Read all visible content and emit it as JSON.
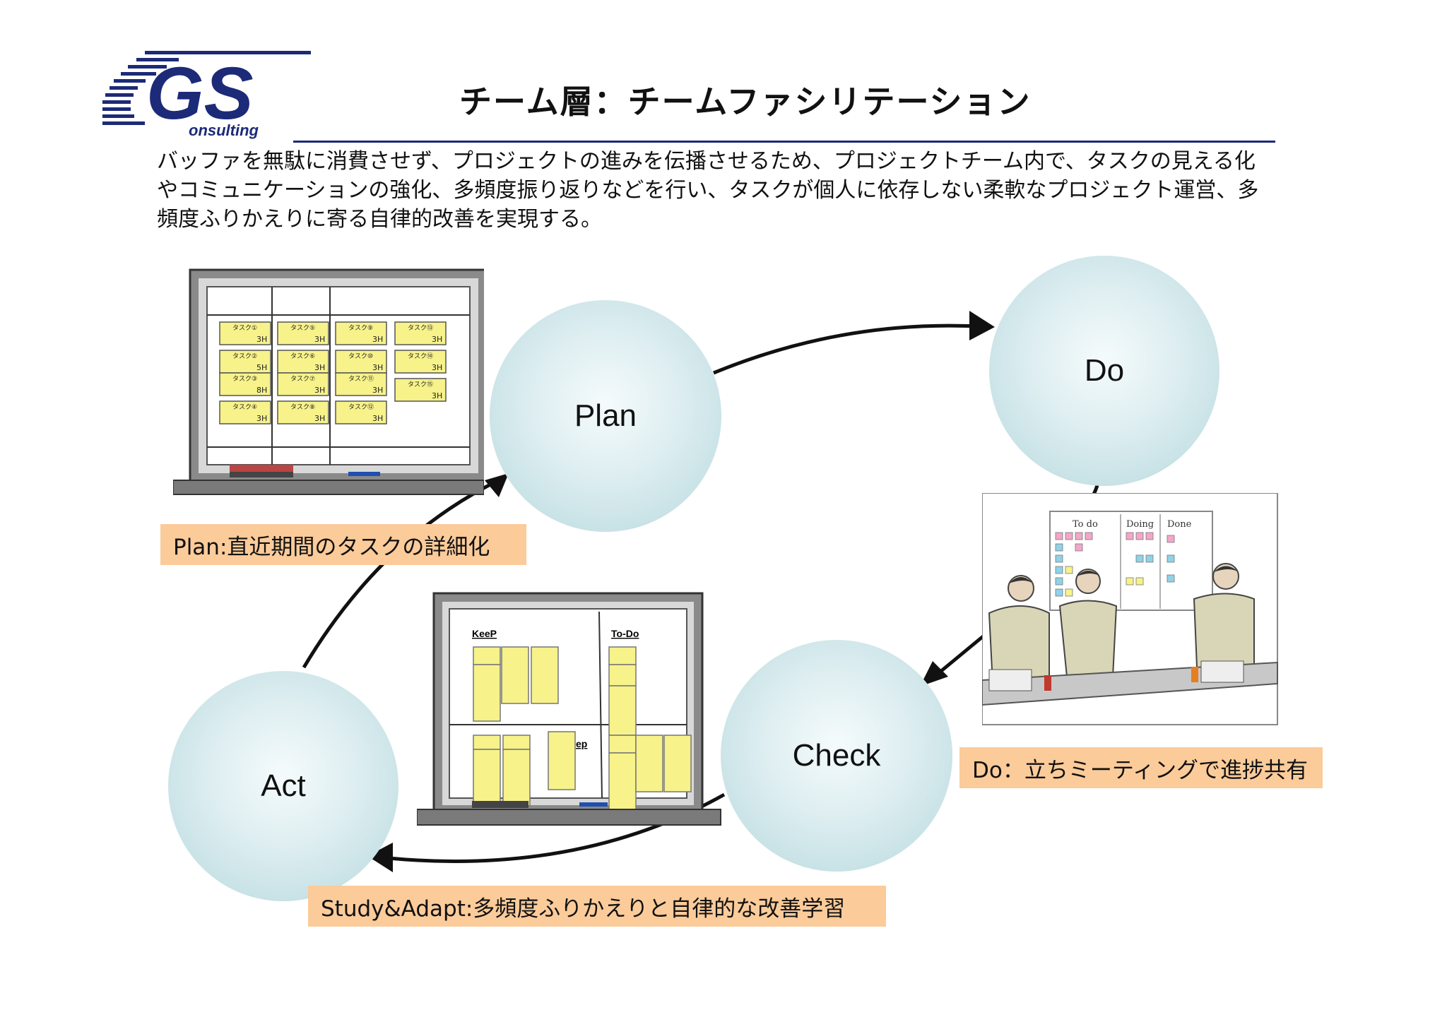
{
  "header": {
    "logo_text": "GS",
    "logo_sub": "onsulting",
    "title": "チーム層：チームファシリテーション"
  },
  "intro": {
    "lines": [
      "バッファを無駄に消費させず、プロジェクトの進みを伝播させるため、プロジェクトチーム内で、タスクの見える化",
      "やコミュニケーションの強化、多頻度振り返りなどを行い、タスクが個人に依存しない柔軟なプロジェクト運営、多",
      "頻度ふりかえりに寄る自律的改善を実現する。"
    ]
  },
  "cycle": {
    "plan": "Plan",
    "do": "Do",
    "check": "Check",
    "act": "Act"
  },
  "labels": {
    "plan": "Plan:直近期間のタスクの詳細化",
    "do": "Do：立ちミーティングで進捗共有",
    "act": "Study&Adapt:多頻度ふりかえりと自律的な改善学習"
  },
  "plan_board": {
    "tasks": [
      {
        "name": "タスク①",
        "hours": "3H"
      },
      {
        "name": "タスク②",
        "hours": "5H"
      },
      {
        "name": "タスク③",
        "hours": "8H"
      },
      {
        "name": "タスク④",
        "hours": "3H"
      },
      {
        "name": "タスク⑤",
        "hours": "3H"
      },
      {
        "name": "タスク⑥",
        "hours": "3H"
      },
      {
        "name": "タスク⑦",
        "hours": "3H"
      },
      {
        "name": "タスク⑧",
        "hours": "3H"
      },
      {
        "name": "タスク⑨",
        "hours": "3H"
      },
      {
        "name": "タスク⑩",
        "hours": "3H"
      },
      {
        "name": "タスク⑪",
        "hours": "3H"
      },
      {
        "name": "タスク⑫",
        "hours": "3H"
      },
      {
        "name": "タスク⑬",
        "hours": "3H"
      },
      {
        "name": "タスク⑭",
        "hours": "3H"
      },
      {
        "name": "タスク⑮",
        "hours": "3H"
      }
    ]
  },
  "kpt_board": {
    "keep": "KeeP",
    "todo": "To-Do",
    "problem_partial": "ep"
  },
  "standup": {
    "cols": [
      "To do",
      "Doing",
      "Done"
    ]
  },
  "colors": {
    "circle": "#cfe6ea",
    "label_bg": "#fbcb9a",
    "rule": "#1c2a78",
    "sticky": "#f7f28a",
    "logo": "#1c2a78"
  }
}
